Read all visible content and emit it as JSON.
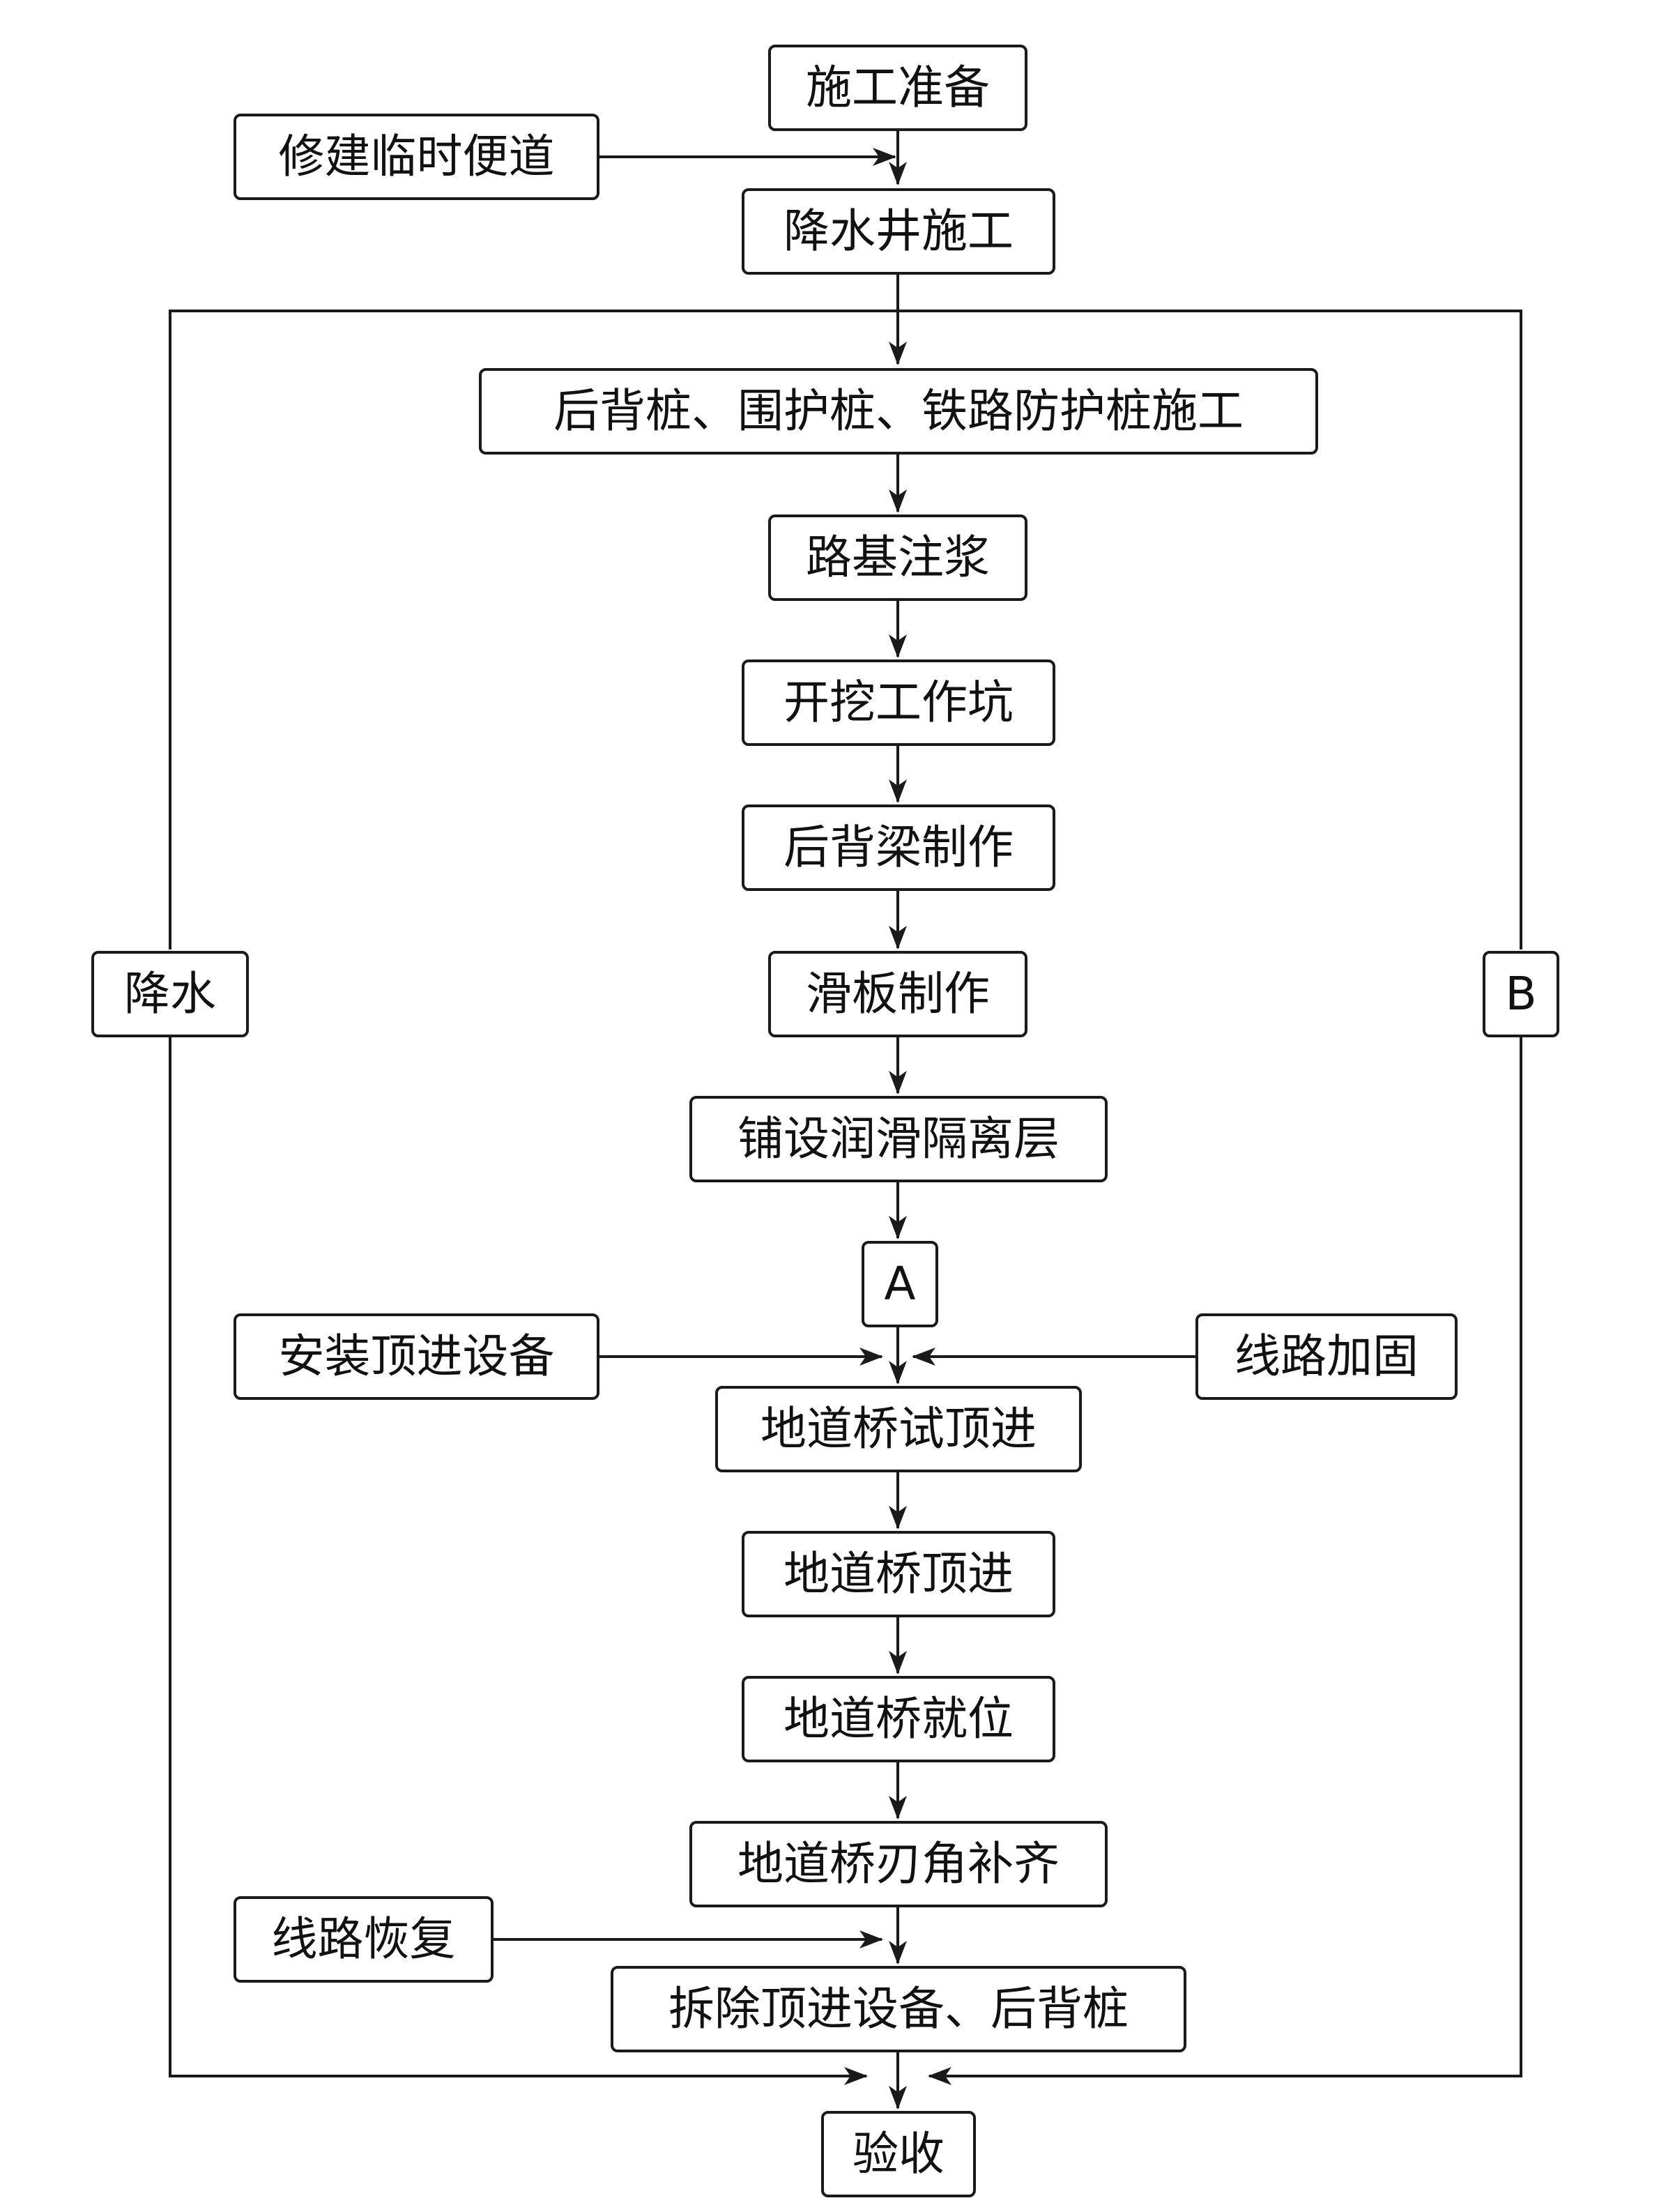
{
  "flowchart": {
    "steps": {
      "prepare": "施工准备",
      "temp_road": "修建临时便道",
      "dewater_well": "降水井施工",
      "piles": "后背桩、围护桩、铁路防护桩施工",
      "grouting": "路基注浆",
      "excavate": "开挖工作坑",
      "back_beam": "后背梁制作",
      "slide_plate": "滑板制作",
      "isolation_layer": "铺设润滑隔离层",
      "label_a": "A",
      "install_equipment": "安装顶进设备",
      "line_reinforce": "线路加固",
      "trial_jack": "地道桥试顶进",
      "jacking": "地道桥顶进",
      "in_place": "地道桥就位",
      "blade_fill": "地道桥刃角补齐",
      "line_restore": "线路恢复",
      "dismantle": "拆除顶进设备、后背桩",
      "acceptance": "验收",
      "dewatering": "降水",
      "label_b": "B"
    },
    "colors": {
      "line": "#1a1a1a",
      "box_border": "#1a1a1a",
      "text": "#111111",
      "background": "#ffffff"
    }
  }
}
